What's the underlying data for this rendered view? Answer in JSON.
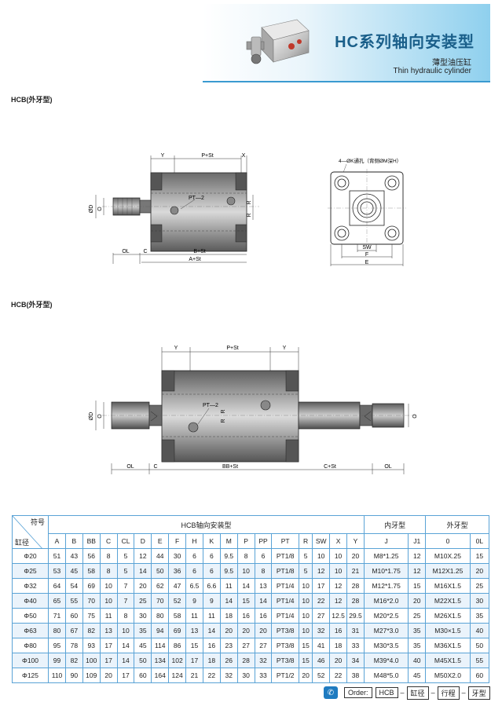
{
  "header": {
    "title": "HC系列轴向安装型",
    "subtitle_cn": "薄型油压缸",
    "subtitle_en": "Thin hydraulic cylinder"
  },
  "section1": {
    "label": "HCB(外牙型)"
  },
  "section2": {
    "label": "HCB(外牙型)"
  },
  "drawing1": {
    "y": "Y",
    "p_st": "P+St",
    "x": "X",
    "pt2": "PT—2",
    "od": "ØD",
    "o": "O",
    "r1": "R",
    "r2": "R",
    "ol": "OL",
    "c": "C",
    "b_st": "B+St",
    "a_st": "A+St"
  },
  "drawing_side": {
    "note": "4—ØK通孔（背侧ØM深H）",
    "sw": "SW",
    "f": "F",
    "e": "E"
  },
  "drawing2": {
    "y1": "Y",
    "p_st": "P+St",
    "y2": "Y",
    "pt2": "PT—2",
    "od": "ØD",
    "o_left": "O",
    "o_right": "O",
    "r1": "R",
    "r2": "R",
    "ol_left": "OL",
    "c": "C",
    "bb_st": "BB+St",
    "c_st": "C+St",
    "ol_right": "OL"
  },
  "table": {
    "corner_top": "符号",
    "corner_bottom": "缸径",
    "group_main": "HCB轴向安装型",
    "group_inner": "内牙型",
    "group_outer": "外牙型",
    "columns": [
      "A",
      "B",
      "BB",
      "C",
      "CL",
      "D",
      "E",
      "F",
      "H",
      "K",
      "M",
      "P",
      "PP",
      "PT",
      "R",
      "SW",
      "X",
      "Y",
      "J",
      "J1",
      "0",
      "0L"
    ],
    "rows": [
      {
        "bore": "Φ20",
        "v": [
          "51",
          "43",
          "56",
          "8",
          "5",
          "12",
          "44",
          "30",
          "6",
          "6",
          "9.5",
          "8",
          "6",
          "PT1/8",
          "5",
          "10",
          "10",
          "20",
          "M8*1.25",
          "12",
          "M10X.25",
          "15"
        ]
      },
      {
        "bore": "Φ25",
        "v": [
          "53",
          "45",
          "58",
          "8",
          "5",
          "14",
          "50",
          "36",
          "6",
          "6",
          "9.5",
          "10",
          "8",
          "PT1/8",
          "5",
          "12",
          "10",
          "21",
          "M10*1.75",
          "12",
          "M12X1.25",
          "20"
        ]
      },
      {
        "bore": "Φ32",
        "v": [
          "64",
          "54",
          "69",
          "10",
          "7",
          "20",
          "62",
          "47",
          "6.5",
          "6.6",
          "11",
          "14",
          "13",
          "PT1/4",
          "10",
          "17",
          "12",
          "28",
          "M12*1.75",
          "15",
          "M16X1.5",
          "25"
        ]
      },
      {
        "bore": "Φ40",
        "v": [
          "65",
          "55",
          "70",
          "10",
          "7",
          "25",
          "70",
          "52",
          "9",
          "9",
          "14",
          "15",
          "14",
          "PT1/4",
          "10",
          "22",
          "12",
          "28",
          "M16*2.0",
          "20",
          "M22X1.5",
          "30"
        ]
      },
      {
        "bore": "Φ50",
        "v": [
          "71",
          "60",
          "75",
          "11",
          "8",
          "30",
          "80",
          "58",
          "11",
          "11",
          "18",
          "16",
          "16",
          "PT1/4",
          "10",
          "27",
          "12.5",
          "29.5",
          "M20*2.5",
          "25",
          "M26X1.5",
          "35"
        ]
      },
      {
        "bore": "Φ63",
        "v": [
          "80",
          "67",
          "82",
          "13",
          "10",
          "35",
          "94",
          "69",
          "13",
          "14",
          "20",
          "20",
          "20",
          "PT3/8",
          "10",
          "32",
          "16",
          "31",
          "M27*3.0",
          "35",
          "M30×1.5",
          "40"
        ]
      },
      {
        "bore": "Φ80",
        "v": [
          "95",
          "78",
          "93",
          "17",
          "14",
          "45",
          "114",
          "86",
          "15",
          "16",
          "23",
          "27",
          "27",
          "PT3/8",
          "15",
          "41",
          "18",
          "33",
          "M30*3.5",
          "35",
          "M36X1.5",
          "50"
        ]
      },
      {
        "bore": "Φ100",
        "v": [
          "99",
          "82",
          "100",
          "17",
          "14",
          "50",
          "134",
          "102",
          "17",
          "18",
          "26",
          "28",
          "32",
          "PT3/8",
          "15",
          "46",
          "20",
          "34",
          "M39*4.0",
          "40",
          "M45X1.5",
          "55"
        ]
      },
      {
        "bore": "Φ125",
        "v": [
          "110",
          "90",
          "109",
          "20",
          "17",
          "60",
          "164",
          "124",
          "21",
          "22",
          "32",
          "30",
          "33",
          "PT1/2",
          "20",
          "52",
          "22",
          "38",
          "M48*5.0",
          "45",
          "M50X2.0",
          "60"
        ]
      }
    ]
  },
  "order": {
    "label": "Order:",
    "model": "HCB",
    "field1": "缸径",
    "field2": "行程",
    "field3": "牙型"
  },
  "colors": {
    "accent": "#1a5f8a",
    "table_border": "#5aa3d6",
    "banner_gradient_end": "#8fd0ee"
  }
}
